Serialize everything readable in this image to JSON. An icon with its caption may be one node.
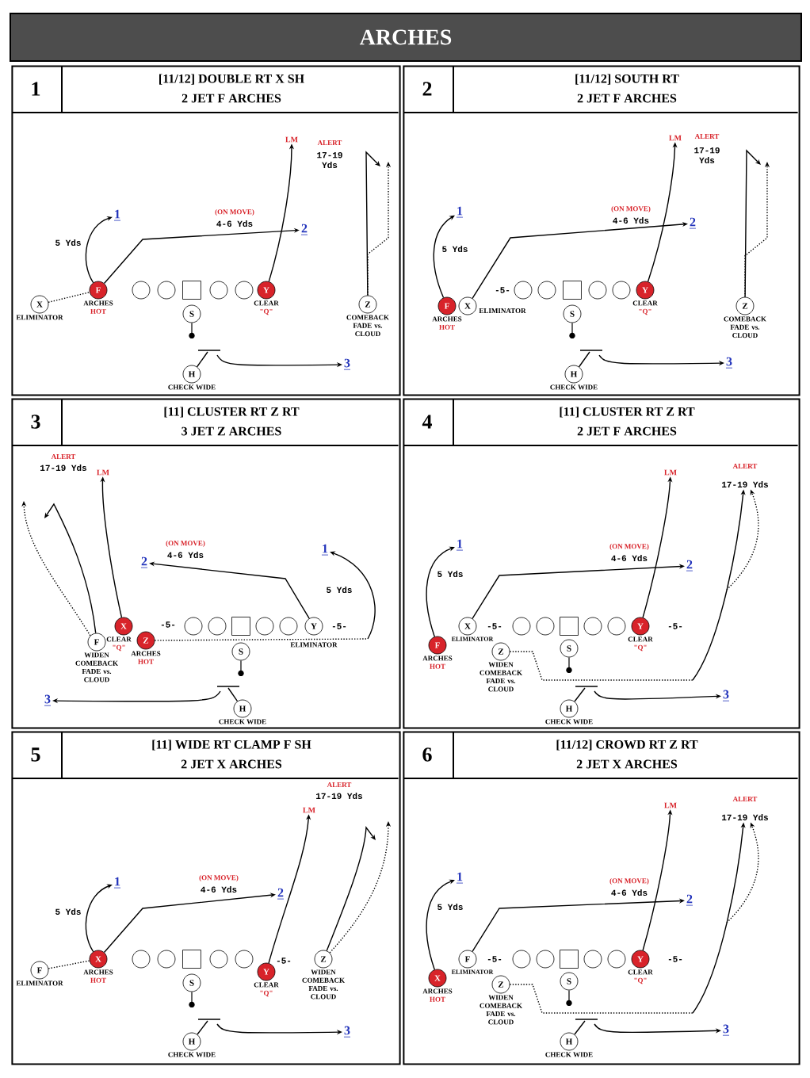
{
  "diagram": {
    "title": "ARCHES",
    "nodes": [
      {
        "text": [
          "1",
          "[11/12] DOUBLE RT X SH",
          "2 JET F ARCHES"
        ]
      },
      {
        "text": [
          "LM"
        ],
        "in": 0
      },
      {
        "text": [
          "1"
        ],
        "in": 0
      },
      {
        "text": [
          "2"
        ],
        "in": 0
      },
      {
        "text": [
          "X"
        ],
        "in": 0,
        "beside": [
          "ELIMINATOR"
        ]
      },
      {
        "text": [
          "F"
        ],
        "in": 0,
        "beside": [
          "ARCHES",
          "HOT"
        ]
      },
      {
        "text": [],
        "shape": "circle",
        "in": 0
      },
      {
        "text": [],
        "shape": "circle",
        "in": 0
      },
      {
        "text": [],
        "shape": "box",
        "in": 0
      },
      {
        "text": [],
        "shape": "circle",
        "in": 0
      },
      {
        "text": [],
        "shape": "circle",
        "in": 0
      },
      {
        "text": [
          "Y"
        ],
        "in": 0,
        "beside": [
          "CLEAR",
          "\"Q\""
        ]
      },
      {
        "text": [
          "Z"
        ],
        "in": 0,
        "beside": [
          "COMEBACK FADE vs. CLOUD"
        ]
      },
      {
        "text": [
          "S"
        ],
        "in": 0
      },
      {
        "text": [
          "H"
        ],
        "in": 0,
        "beside": [
          "CHECK WIDE"
        ]
      },
      {
        "text": [
          "3"
        ],
        "in": 0
      },
      {
        "text": [
          "2",
          "[11/12] SOUTH RT",
          "2 JET F ARCHES"
        ]
      },
      {
        "text": [
          "LM"
        ],
        "in": 16
      },
      {
        "text": [
          "1"
        ],
        "in": 16
      },
      {
        "text": [
          "2"
        ],
        "in": 16
      },
      {
        "text": [
          "F"
        ],
        "in": 16,
        "beside": [
          "ARCHES",
          "HOT"
        ]
      },
      {
        "text": [
          "X"
        ],
        "in": 16,
        "beside": [
          "ELIMINATOR"
        ]
      },
      {
        "text": [],
        "shape": "circle",
        "in": 16
      },
      {
        "text": [],
        "shape": "circle",
        "in": 16
      },
      {
        "text": [],
        "shape": "box",
        "in": 16
      },
      {
        "text": [],
        "shape": "circle",
        "in": 16
      },
      {
        "text": [],
        "shape": "circle",
        "in": 16
      },
      {
        "text": [
          "Y"
        ],
        "in": 16,
        "beside": [
          "CLEAR",
          "\"Q\""
        ]
      },
      {
        "text": [
          "Z"
        ],
        "in": 16,
        "beside": [
          "COMEBACK FADE vs. CLOUD"
        ]
      },
      {
        "text": [
          "S"
        ],
        "in": 16
      },
      {
        "text": [
          "H"
        ],
        "in": 16,
        "beside": [
          "CHECK WIDE"
        ]
      },
      {
        "text": [
          "3"
        ],
        "in": 16
      },
      {
        "text": [
          "3",
          "[11] CLUSTER RT Z RT",
          "3 JET Z ARCHES"
        ]
      },
      {
        "text": [
          "LM"
        ],
        "in": 32
      },
      {
        "text": [
          "1"
        ],
        "in": 32
      },
      {
        "text": [
          "2"
        ],
        "in": 32
      },
      {
        "text": [
          "F"
        ],
        "in": 32,
        "beside": [
          "WIDEN COMEBACK FADE vs. CLOUD"
        ]
      },
      {
        "text": [
          "X"
        ],
        "in": 32,
        "beside": [
          "CLEAR",
          "\"Q\""
        ]
      },
      {
        "text": [
          "Z"
        ],
        "in": 32,
        "beside": [
          "ARCHES",
          "HOT"
        ]
      },
      {
        "text": [],
        "shape": "circle",
        "in": 32
      },
      {
        "text": [],
        "shape": "circle",
        "in": 32
      },
      {
        "text": [],
        "shape": "box",
        "in": 32
      },
      {
        "text": [],
        "shape": "circle",
        "in": 32
      },
      {
        "text": [],
        "shape": "circle",
        "in": 32
      },
      {
        "text": [
          "Y"
        ],
        "in": 32,
        "beside": [
          "ELIMINATOR"
        ]
      },
      {
        "text": [
          "S"
        ],
        "in": 32
      },
      {
        "text": [
          "H"
        ],
        "in": 32,
        "beside": [
          "CHECK WIDE"
        ]
      },
      {
        "text": [
          "3"
        ],
        "in": 32
      },
      {
        "text": [
          "4",
          "[11] CLUSTER RT Z RT",
          "2 JET F ARCHES"
        ]
      },
      {
        "text": [
          "LM"
        ],
        "in": 48
      },
      {
        "text": [
          "1"
        ],
        "in": 48
      },
      {
        "text": [
          "2"
        ],
        "in": 48
      },
      {
        "text": [
          "F"
        ],
        "in": 48,
        "beside": [
          "ARCHES",
          "HOT"
        ]
      },
      {
        "text": [
          "X"
        ],
        "in": 48,
        "beside": [
          "ELIMINATOR"
        ]
      },
      {
        "text": [
          "Z"
        ],
        "in": 48,
        "beside": [
          "WIDEN COMEBACK FADE vs. CLOUD"
        ]
      },
      {
        "text": [],
        "shape": "circle",
        "in": 48
      },
      {
        "text": [],
        "shape": "circle",
        "in": 48
      },
      {
        "text": [],
        "shape": "box",
        "in": 48
      },
      {
        "text": [],
        "shape": "circle",
        "in": 48
      },
      {
        "text": [],
        "shape": "circle",
        "in": 48
      },
      {
        "text": [
          "Y"
        ],
        "in": 48,
        "beside": [
          "CLEAR",
          "\"Q\""
        ]
      },
      {
        "text": [
          "S"
        ],
        "in": 48
      },
      {
        "text": [
          "H"
        ],
        "in": 48,
        "beside": [
          "CHECK WIDE"
        ]
      },
      {
        "text": [
          "3"
        ],
        "in": 48
      },
      {
        "text": [
          "5",
          "[11] WIDE RT CLAMP F SH",
          "2 JET X ARCHES"
        ]
      },
      {
        "text": [
          "LM"
        ],
        "in": 64
      },
      {
        "text": [
          "1"
        ],
        "in": 64
      },
      {
        "text": [
          "2"
        ],
        "in": 64
      },
      {
        "text": [
          "F"
        ],
        "in": 64,
        "beside": [
          "ELIMINATOR"
        ]
      },
      {
        "text": [
          "X"
        ],
        "in": 64,
        "beside": [
          "ARCHES",
          "HOT"
        ]
      },
      {
        "text": [],
        "shape": "circle",
        "in": 64
      },
      {
        "text": [],
        "shape": "circle",
        "in": 64
      },
      {
        "text": [],
        "shape": "box",
        "in": 64
      },
      {
        "text": [],
        "shape": "circle",
        "in": 64
      },
      {
        "text": [],
        "shape": "circle",
        "in": 64
      },
      {
        "text": [
          "Y"
        ],
        "in": 64,
        "beside": [
          "CLEAR",
          "\"Q\""
        ]
      },
      {
        "text": [
          "Z"
        ],
        "in": 64,
        "beside": [
          "WIDEN COMEBACK FADE vs. CLOUD"
        ]
      },
      {
        "text": [
          "S"
        ],
        "in": 64
      },
      {
        "text": [
          "H"
        ],
        "in": 64,
        "beside": [
          "CHECK WIDE"
        ]
      },
      {
        "text": [
          "3"
        ],
        "in": 64
      },
      {
        "text": [
          "6",
          "[11/12] CROWD RT Z RT",
          "2 JET X ARCHES"
        ]
      },
      {
        "text": [
          "LM"
        ],
        "in": 80
      },
      {
        "text": [
          "1"
        ],
        "in": 80
      },
      {
        "text": [
          "2"
        ],
        "in": 80
      },
      {
        "text": [
          "X"
        ],
        "in": 80,
        "beside": [
          "ARCHES",
          "HOT"
        ]
      },
      {
        "text": [
          "F"
        ],
        "in": 80,
        "beside": [
          "ELIMINATOR"
        ]
      },
      {
        "text": [
          "Z"
        ],
        "in": 80,
        "beside": [
          "WIDEN COMEBACK FADE vs. CLOUD"
        ]
      },
      {
        "text": [],
        "shape": "circle",
        "in": 80
      },
      {
        "text": [],
        "shape": "circle",
        "in": 80
      },
      {
        "text": [],
        "shape": "box",
        "in": 80
      },
      {
        "text": [],
        "shape": "circle",
        "in": 80
      },
      {
        "text": [],
        "shape": "circle",
        "in": 80
      },
      {
        "text": [
          "Y"
        ],
        "in": 80,
        "beside": [
          "CLEAR",
          "\"Q\""
        ]
      },
      {
        "text": [
          "S"
        ],
        "in": 80
      },
      {
        "text": [
          "H"
        ],
        "in": 80,
        "beside": [
          "CHECK WIDE"
        ]
      },
      {
        "text": [
          "3"
        ],
        "in": 80
      },
      {
        "text": [
          "ALERT",
          "17-19 Yds"
        ],
        "in": 48
      },
      {
        "text": [
          "ALERT",
          "17-19 Yds"
        ],
        "in": 80
      }
    ],
    "edges": [
      {
        "from": 4,
        "to": 5,
        "arrow": "none",
        "style": "dashed"
      },
      {
        "from": 5,
        "to": 2,
        "arrow": "to"
      },
      {
        "from": 5,
        "to": 3,
        "arrow": "to"
      },
      {
        "from": 11,
        "to": 1,
        "arrow": "to"
      },
      {
        "from": 12,
        "to": null,
        "arrow": "to"
      },
      {
        "from": 12,
        "to": null,
        "arrow": "to",
        "style": "dashed"
      },
      {
        "from": 14,
        "to": 15,
        "arrow": "to"
      },
      {
        "from": 20,
        "to": 18,
        "arrow": "to"
      },
      {
        "from": 21,
        "to": 19,
        "arrow": "to"
      },
      {
        "from": 27,
        "to": 17,
        "arrow": "to"
      },
      {
        "from": 28,
        "to": null,
        "arrow": "to"
      },
      {
        "from": 28,
        "to": null,
        "arrow": "to",
        "style": "dashed"
      },
      {
        "from": 30,
        "to": 31,
        "arrow": "to"
      },
      {
        "from": 36,
        "to": null,
        "arrow": "to"
      },
      {
        "from": 36,
        "to": null,
        "arrow": "to",
        "style": "dashed"
      },
      {
        "from": 37,
        "to": 33,
        "arrow": "to"
      },
      {
        "from": 38,
        "to": null,
        "arrow": "none",
        "style": "dashed"
      },
      {
        "from": null,
        "to": 34,
        "arrow": "to"
      },
      {
        "from": 44,
        "to": 35,
        "arrow": "to"
      },
      {
        "from": 46,
        "to": 47,
        "arrow": "to"
      },
      {
        "from": 52,
        "to": 50,
        "arrow": "to"
      },
      {
        "from": 53,
        "to": 51,
        "arrow": "to"
      },
      {
        "from": 60,
        "to": 49,
        "arrow": "to"
      },
      {
        "from": 54,
        "to": null,
        "arrow": "none",
        "style": "dashed"
      },
      {
        "from": null,
        "to": 96,
        "arrow": "to"
      },
      {
        "from": null,
        "to": 96,
        "arrow": "to",
        "style": "dashed"
      },
      {
        "from": 62,
        "to": 63,
        "arrow": "to"
      },
      {
        "from": 68,
        "to": 69,
        "arrow": "none",
        "style": "dashed"
      },
      {
        "from": 69,
        "to": 66,
        "arrow": "to"
      },
      {
        "from": 69,
        "to": 67,
        "arrow": "to"
      },
      {
        "from": 75,
        "to": 65,
        "arrow": "to"
      },
      {
        "from": 76,
        "to": null,
        "arrow": "to"
      },
      {
        "from": 76,
        "to": null,
        "arrow": "to",
        "style": "dashed"
      },
      {
        "from": 78,
        "to": 79,
        "arrow": "to"
      },
      {
        "from": 84,
        "to": 82,
        "arrow": "to"
      },
      {
        "from": 85,
        "to": 83,
        "arrow": "to"
      },
      {
        "from": 92,
        "to": 81,
        "arrow": "to"
      },
      {
        "from": 86,
        "to": null,
        "arrow": "none",
        "style": "dashed"
      },
      {
        "from": null,
        "to": 97,
        "arrow": "to"
      },
      {
        "from": null,
        "to": 97,
        "arrow": "to",
        "style": "dashed"
      },
      {
        "from": 94,
        "to": 95,
        "arrow": "to"
      }
    ],
    "labels": [
      "ALERT",
      "17-19 Yds",
      "(ON MOVE)",
      "4-6 Yds",
      "5 Yds",
      "ALERT",
      "17-19 Yds",
      "(ON MOVE)",
      "4-6 Yds",
      "5 Yds",
      "-5-",
      "ALERT",
      "17-19 Yds",
      "(ON MOVE)",
      "4-6 Yds",
      "5 Yds",
      "-5-",
      "-5-",
      "5 Yds",
      "(ON MOVE)",
      "4-6 Yds",
      "-5-",
      "-5-",
      "ALERT",
      "17-19 Yds",
      "(ON MOVE)",
      "4-6 Yds",
      "5 Yds",
      "-5-",
      "5 Yds",
      "(ON MOVE)",
      "4-6 Yds",
      "-5-",
      "-5-"
    ]
  }
}
